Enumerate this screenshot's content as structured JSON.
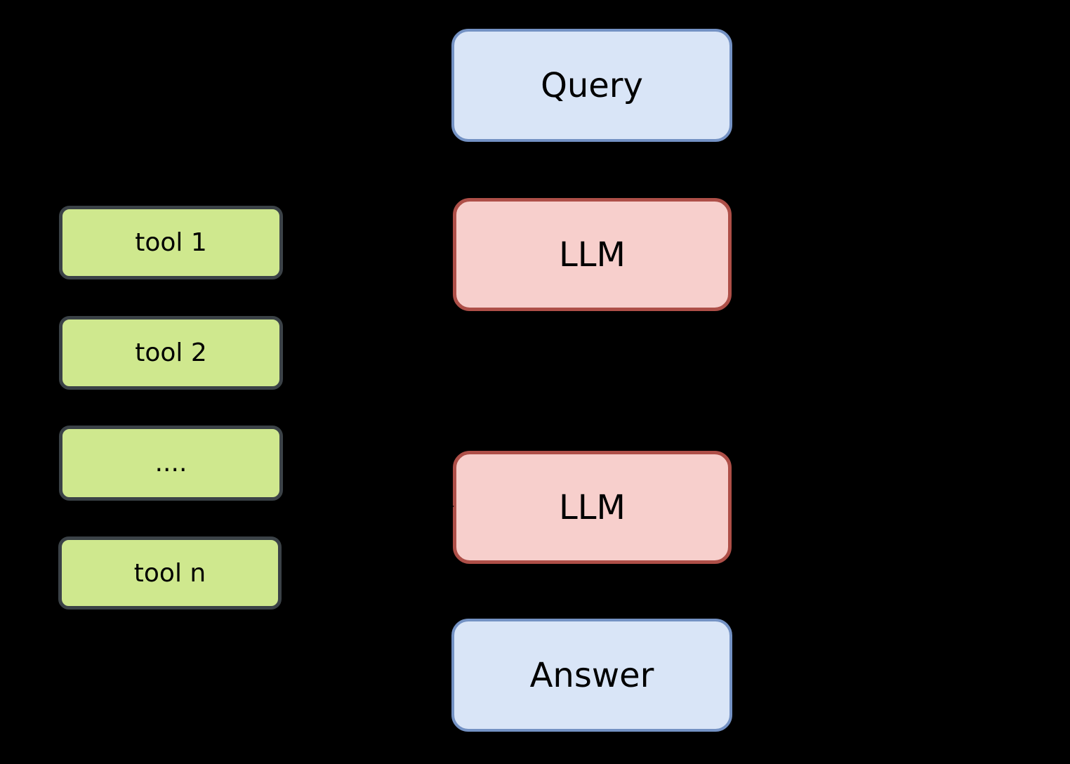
{
  "diagram": {
    "title": "llm-tool-use-flow",
    "flow": {
      "query_label": "Query",
      "llm1_label": "LLM",
      "llm2_label": "LLM",
      "answer_label": "Answer"
    },
    "tools_panel": {
      "items": [
        {
          "label": "tool 1"
        },
        {
          "label": "tool 2"
        },
        {
          "label": "...."
        },
        {
          "label": "tool n"
        }
      ]
    },
    "colors": {
      "background": "#000000",
      "io_fill": "#d9e5f7",
      "io_border": "#7492c4",
      "llm_fill": "#f7cfcc",
      "llm_border": "#ae4f48",
      "tool_fill": "#cfe88e",
      "tool_border": "#3b4247",
      "text": "#000000"
    }
  }
}
